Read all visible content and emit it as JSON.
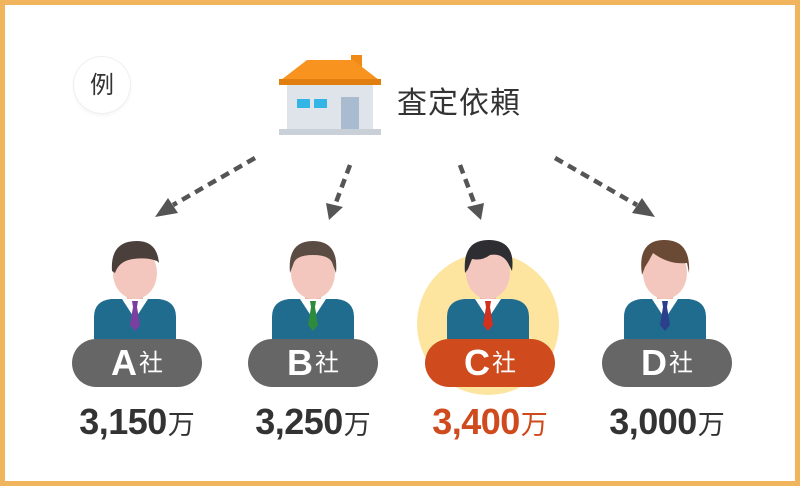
{
  "example_label": "例",
  "request_label": "査定依頼",
  "colors": {
    "frame": "#f0b45c",
    "roof": "#f7931e",
    "tag_default": "#666666",
    "tag_active": "#cf4a1d",
    "price_active": "#cf4a1d",
    "halo": "#fde5a0"
  },
  "companies": [
    {
      "letter": "A",
      "suffix": "社",
      "amount": "3,150",
      "unit": "万",
      "tie_color": "#7b3fa0",
      "highlight": false
    },
    {
      "letter": "B",
      "suffix": "社",
      "amount": "3,250",
      "unit": "万",
      "tie_color": "#2e8a3c",
      "highlight": false
    },
    {
      "letter": "C",
      "suffix": "社",
      "amount": "3,400",
      "unit": "万",
      "tie_color": "#d0321f",
      "highlight": true
    },
    {
      "letter": "D",
      "suffix": "社",
      "amount": "3,000",
      "unit": "万",
      "tie_color": "#2b3f8c",
      "highlight": false
    }
  ]
}
